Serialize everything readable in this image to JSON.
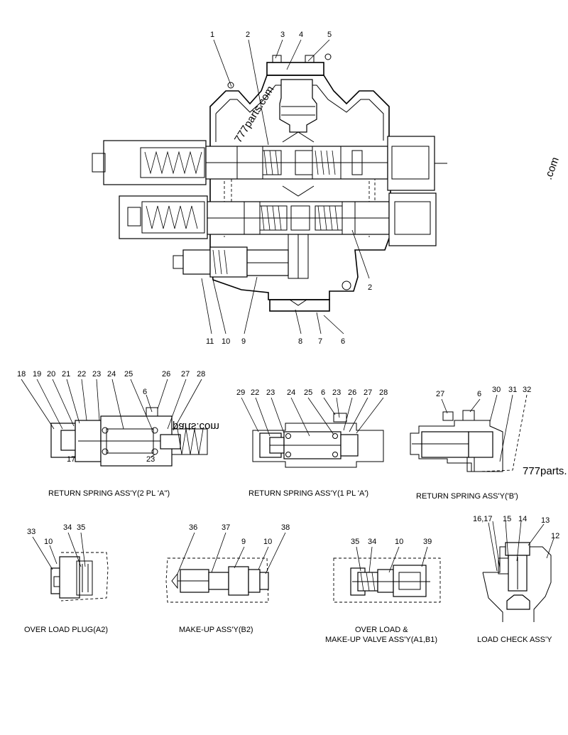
{
  "main_callouts": [
    {
      "id": "c1",
      "text": "1"
    },
    {
      "id": "c2a",
      "text": "2"
    },
    {
      "id": "c3",
      "text": "3"
    },
    {
      "id": "c4",
      "text": "4"
    },
    {
      "id": "c5",
      "text": "5"
    },
    {
      "id": "c2b",
      "text": "2"
    },
    {
      "id": "c11",
      "text": "11"
    },
    {
      "id": "c10",
      "text": "10"
    },
    {
      "id": "c9",
      "text": "9"
    },
    {
      "id": "c8",
      "text": "8"
    },
    {
      "id": "c7",
      "text": "7"
    },
    {
      "id": "c6",
      "text": "6"
    }
  ],
  "spring_a2_callouts": [
    "18",
    "19",
    "20",
    "21",
    "22",
    "23",
    "24",
    "25",
    "26",
    "27",
    "28",
    "6",
    "17",
    "23"
  ],
  "spring_a1_callouts": [
    "29",
    "22",
    "23",
    "24",
    "25",
    "6",
    "23",
    "26",
    "27",
    "28"
  ],
  "spring_b_callouts": [
    "27",
    "6",
    "30",
    "31",
    "32"
  ],
  "overload_plug_callouts": [
    "33",
    "10",
    "34",
    "35"
  ],
  "makeup_callouts": [
    "36",
    "37",
    "9",
    "10",
    "38"
  ],
  "overload_makeup_callouts": [
    "35",
    "34",
    "10",
    "39"
  ],
  "load_check_callouts": [
    "16,17",
    "15",
    "14",
    "13",
    "12"
  ],
  "captions": {
    "spring_a2": "RETURN SPRING ASS'Y(2 PL 'A'')",
    "spring_a1": "RETURN SPRING ASS'Y(1 PL 'A')",
    "spring_b": "RETURN SPRING ASS'Y('B')",
    "overload_plug": "OVER LOAD PLUG(A2)",
    "makeup": "MAKE-UP ASS'Y(B2)",
    "overload_makeup_1": "OVER LOAD &",
    "overload_makeup_2": "MAKE-UP VALVE ASS'Y(A1,B1)",
    "load_check": "LOAD CHECK ASS'Y"
  },
  "watermarks": [
    "777parts.com",
    "777parts.com",
    "777parts.",
    ".com"
  ]
}
